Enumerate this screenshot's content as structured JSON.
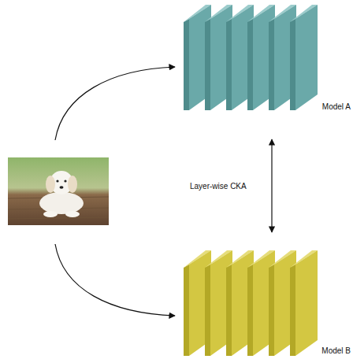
{
  "diagram": {
    "nodes": [
      {
        "text": [
          "Model A"
        ]
      },
      {
        "text": [
          "Model B"
        ]
      }
    ],
    "edges": [
      {
        "from": 0,
        "to": 1,
        "arrow": "both",
        "label": "Layer-wise CKA"
      }
    ]
  }
}
